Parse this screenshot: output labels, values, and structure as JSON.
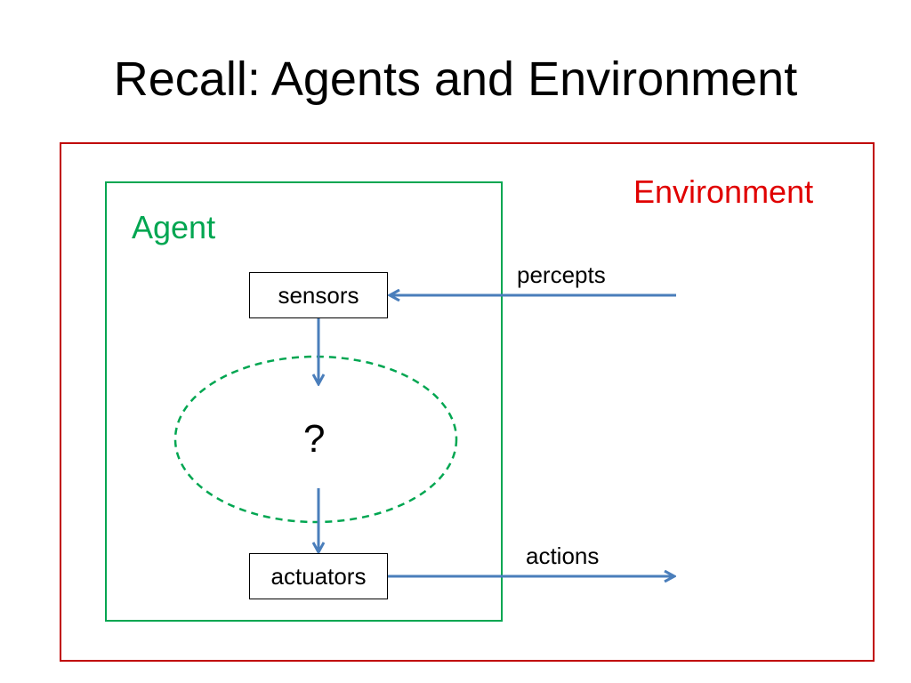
{
  "slide": {
    "title": "Recall:  Agents and Environment"
  },
  "diagram": {
    "environment_label": "Environment",
    "agent_label": "Agent",
    "sensors_label": "sensors",
    "actuators_label": "actuators",
    "percepts_label": "percepts",
    "actions_label": "actions",
    "unknown_label": "?"
  },
  "colors": {
    "environment": "#c00000",
    "environment_text": "#e00000",
    "agent": "#00a651",
    "arrow": "#4a7ebb"
  }
}
